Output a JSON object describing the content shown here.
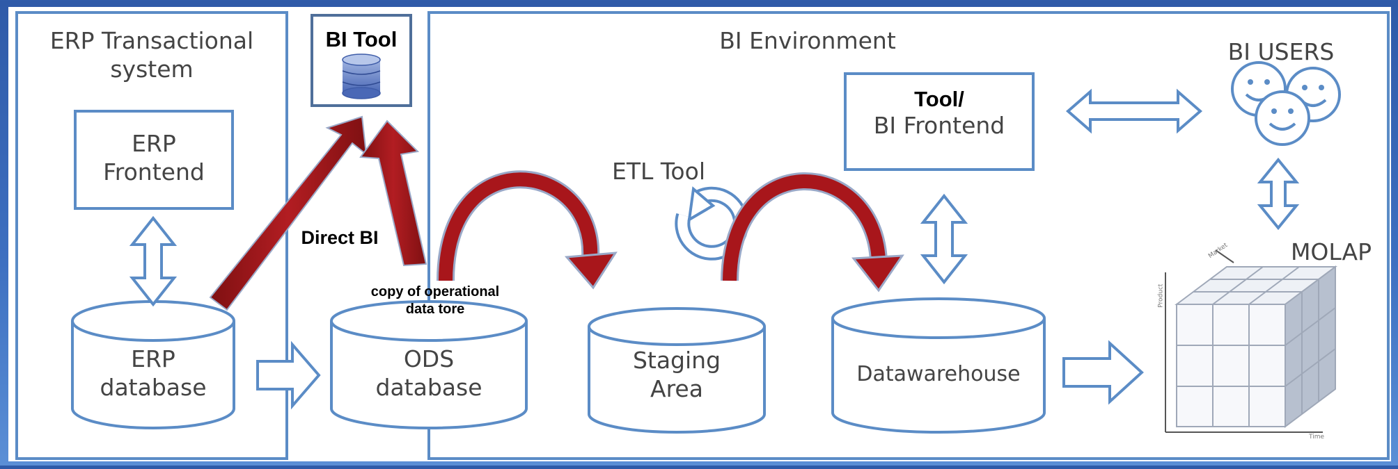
{
  "sections": {
    "erp_title": "ERP Transactional\nsystem",
    "bi_env_title": "BI Environment",
    "bi_tool_title": "BI Tool"
  },
  "nodes": {
    "erp_frontend": "ERP\nFrontend",
    "erp_database": "ERP\ndatabase",
    "ods_database": "ODS\ndatabase",
    "staging_area": "Staging\nArea",
    "datawarehouse": "Datawarehouse",
    "bi_frontend_line1": "Tool/",
    "bi_frontend_line2": "BI Frontend",
    "bi_users": "BI USERS",
    "molap": "MOLAP"
  },
  "annotations": {
    "etl_tool": "ETL Tool",
    "direct_bi": "Direct BI",
    "ods_copy": "copy of operational\ndata tore"
  },
  "cube_labels": {
    "axis_product": "Product",
    "axis_time": "Time",
    "axis_market": "Market"
  },
  "colors": {
    "line_blue": "#5b8cc6",
    "arrow_red": "#a8161b",
    "panel_bg": "#ffffff",
    "page_bg": "#3d6fc0"
  }
}
